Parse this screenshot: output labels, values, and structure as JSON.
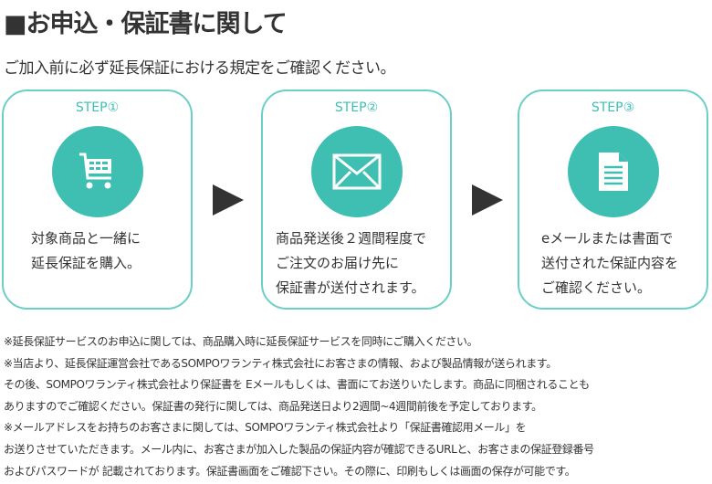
{
  "header": {
    "title": "■お申込・保証書に関して",
    "subtitle": "ご加入前に必ず延長保証における規定をご確認ください。"
  },
  "steps": [
    {
      "label": "STEP①",
      "icon": "cart-icon",
      "text": "対象商品と一緒に\n延長保証を購入。"
    },
    {
      "label": "STEP②",
      "icon": "envelope-icon",
      "text": "商品発送後２週間程度で\nご注文のお届け先に\n保証書が送付されます。"
    },
    {
      "label": "STEP③",
      "icon": "document-icon",
      "text": "eメールまたは書面で\n送付された保証内容を\nご確認ください。"
    }
  ],
  "notes": [
    "※延長保証サービスのお申込に関しては、商品購入時に延長保証サービスを同時にご購入ください。",
    "※当店より、延長保証運営会社であるSOMPOワランティ株式会社にお客さまの情報、および製品情報が送られます。",
    "その後、SOMPOワランティ株式会社より保証書を Eメールもしくは、書面にてお送りいたします。商品に同梱されることも",
    "ありますのでご確認ください。保証書の発行に関しては、商品発送日より2週間~4週間前後を予定しております。",
    "※メールアドレスをお持ちのお客さまに関しては、SOMPOワランティ株式会社より「保証書確認用メール」を",
    "お送りさせていただきます。メール内に、お客さまが加入した製品の保証内容が確認できるURLと、お客さまの保証登録番号",
    "およびパスワードが 記載されております。保証書画面をご確認下さい。その際に、印刷もしくは画面の保存が可能です。"
  ],
  "colors": {
    "accent": "#3ebfb2",
    "border": "#6acfc5"
  }
}
